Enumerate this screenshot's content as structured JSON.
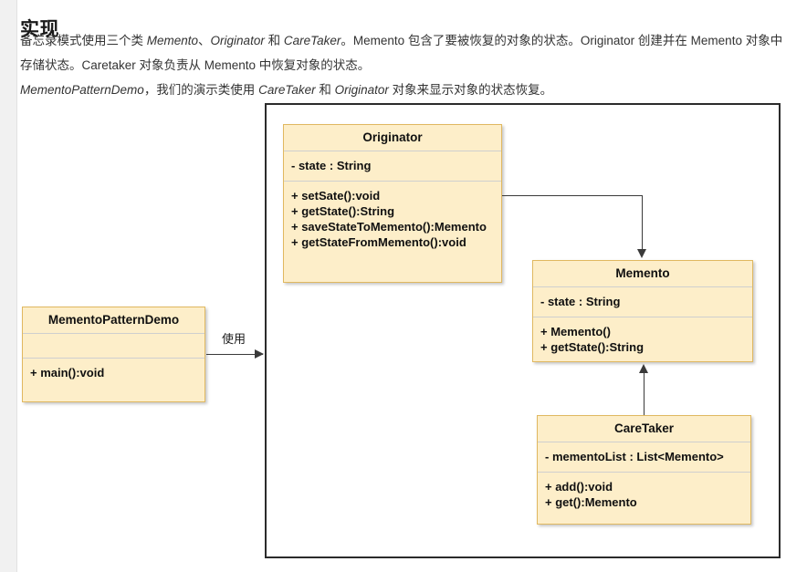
{
  "page": {
    "title": "实现",
    "paragraphs": [
      {
        "id": "p1",
        "segments": [
          {
            "text": "备忘录模式使用三个类 ",
            "italic": false
          },
          {
            "text": "Memento",
            "italic": true
          },
          {
            "text": "、",
            "italic": false
          },
          {
            "text": "Originator",
            "italic": true
          },
          {
            "text": " 和 ",
            "italic": false
          },
          {
            "text": "CareTaker",
            "italic": true
          },
          {
            "text": "。Memento 包含了要被恢复的对象的状态。Originator 创建并在 Memento 对象中存储状态。Caretaker 对象负责从 Memento 中恢复对象的状态。",
            "italic": false
          }
        ]
      },
      {
        "id": "p2",
        "segments": [
          {
            "text": "MementoPatternDemo",
            "italic": true
          },
          {
            "text": "，我们的演示类使用 ",
            "italic": false
          },
          {
            "text": "CareTaker",
            "italic": true
          },
          {
            "text": " 和 ",
            "italic": false
          },
          {
            "text": "Originator",
            "italic": true
          },
          {
            "text": " 对象来显示对象的状态恢复。",
            "italic": false
          }
        ]
      }
    ]
  },
  "diagram": {
    "classes": {
      "originator": {
        "name": "Originator",
        "attributes": [
          "- state : String"
        ],
        "operations": [
          "+ setSate():void",
          "+ getState():String",
          "+ saveStateToMemento():Memento",
          "+ getStateFromMemento():void"
        ]
      },
      "memento": {
        "name": "Memento",
        "attributes": [
          "- state : String"
        ],
        "operations": [
          "+ Memento()",
          "+ getState():String"
        ]
      },
      "caretaker": {
        "name": "CareTaker",
        "attributes": [
          "- mementoList : List<Memento>"
        ],
        "operations": [
          "+ add():void",
          "+ get():Memento"
        ]
      },
      "demo": {
        "name": "MementoPatternDemo",
        "attributes": [],
        "operations": [
          "+ main():void"
        ]
      }
    },
    "edges": [
      {
        "id": "demo-uses",
        "label": "使用",
        "from": "demo",
        "to": "diagram-frame"
      },
      {
        "id": "originator-memento",
        "label": "",
        "from": "originator",
        "to": "memento"
      },
      {
        "id": "caretaker-memento",
        "label": "",
        "from": "caretaker",
        "to": "memento"
      }
    ],
    "colors": {
      "class_fill": "#fdeec9",
      "class_border": "#e0b860",
      "frame_border": "#2b2b2b",
      "connector": "#3a3a3a"
    }
  }
}
